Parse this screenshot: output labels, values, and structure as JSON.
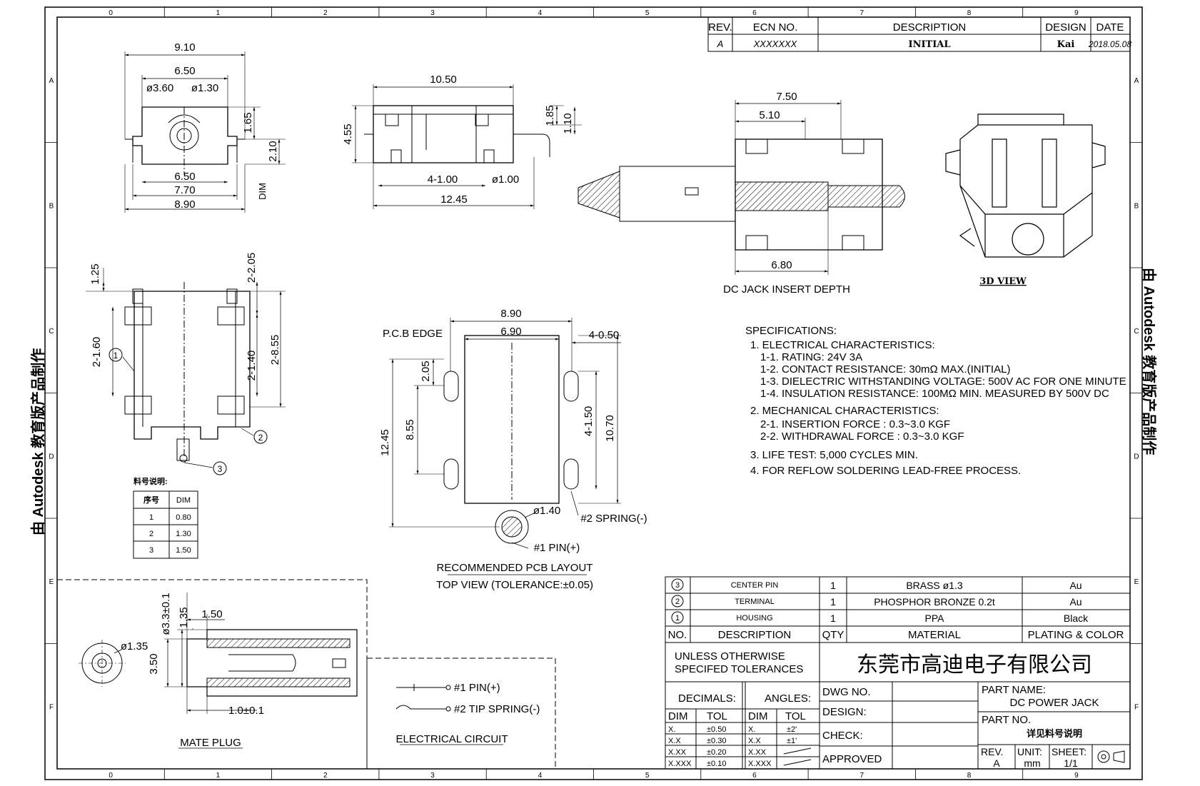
{
  "border": {
    "cols": [
      "0",
      "1",
      "2",
      "3",
      "4",
      "5",
      "6",
      "7",
      "8",
      "9"
    ],
    "rows": [
      "A",
      "B",
      "C",
      "D",
      "E",
      "F"
    ],
    "watermark": "由 Autodesk 教育版产品制作"
  },
  "revision": {
    "headers": {
      "rev": "REV.",
      "ecn": "ECN NO.",
      "desc": "DESCRIPTION",
      "design": "DESIGN",
      "date": "DATE"
    },
    "row": {
      "rev": "A",
      "ecn": "XXXXXXX",
      "desc": "INITIAL",
      "design": "Kai",
      "date": "2018.05.08"
    }
  },
  "front_view": {
    "dims": {
      "w910": "9.10",
      "w650t": "6.50",
      "d360": "ø3.60",
      "d130": "ø1.30",
      "w650b": "6.50",
      "w770": "7.70",
      "w890": "8.90",
      "h165": "1.65",
      "h210": "2.10",
      "dim": "DIM"
    }
  },
  "side_view": {
    "dims": {
      "w1050": "10.50",
      "h455": "4.55",
      "h185": "1.85",
      "h110": "1.10",
      "n4x100": "4-1.00",
      "d100": "ø1.00",
      "w1245": "12.45"
    }
  },
  "insert_view": {
    "dims": {
      "w750": "7.50",
      "w510": "5.10",
      "w680": "6.80"
    },
    "caption": "DC JACK INSERT DEPTH"
  },
  "view3d": {
    "caption": "3D VIEW"
  },
  "bottom_view": {
    "dims": {
      "h125": "1.25",
      "n2x205": "2-2.05",
      "n2x160": "2-1.60",
      "n2x140": "2-1.40",
      "n2x855": "2-8.55"
    },
    "callouts": [
      "1",
      "2",
      "3"
    ]
  },
  "pcb_layout": {
    "dims": {
      "w890": "8.90",
      "w690": "6.90",
      "n4x050": "4-0.50",
      "h205": "2.05",
      "h855": "8.55",
      "h1245": "12.45",
      "n4x150": "4-1.50",
      "h1070": "10.70",
      "d140": "ø1.40"
    },
    "edge": "P.C.B EDGE",
    "pin1": "#1 PIN(+)",
    "pin2": "#2 SPRING(-)",
    "caption1": "RECOMMENDED PCB LAYOUT",
    "caption2": "TOP VIEW (TOLERANCE:±0.05)"
  },
  "specs": [
    "SPECIFICATIONS:",
    "1. ELECTRICAL CHARACTERISTICS:",
    "1-1. RATING: 24V 3A",
    "1-2. CONTACT RESISTANCE: 30mΩ MAX.(INITIAL)",
    "1-3. DIELECTRIC WITHSTANDING VOLTAGE: 500V AC FOR ONE MINUTE",
    "1-4. INSULATION RESISTANCE: 100MΩ MIN. MEASURED BY 500V DC",
    "2. MECHANICAL CHARACTERISTICS:",
    "2-1. INSERTION FORCE : 0.3~3.0 KGF",
    "2-2. WITHDRAWAL FORCE : 0.3~3.0 KGF",
    "3. LIFE TEST: 5,000 CYCLES MIN.",
    "4. FOR REFLOW SOLDERING LEAD-FREE PROCESS."
  ],
  "dim_table": {
    "title": "料号说明:",
    "headers": [
      "序号",
      "DIM"
    ],
    "rows": [
      [
        "1",
        "0.80"
      ],
      [
        "2",
        "1.30"
      ],
      [
        "3",
        "1.50"
      ]
    ]
  },
  "mate_plug": {
    "dims": {
      "d135": "ø1.35",
      "d33": "ø3.3±0.1",
      "h135": "1.35",
      "w150": "1.50",
      "h350": "3.50",
      "w10": "1.0±0.1"
    },
    "caption": "MATE PLUG"
  },
  "circuit": {
    "pin1": "#1 PIN(+)",
    "pin2": "#2 TIP SPRING(-)",
    "caption": "ELECTRICAL CIRCUIT"
  },
  "bom": {
    "rows": [
      {
        "no": "3",
        "desc": "CENTER PIN",
        "qty": "1",
        "mat": "BRASS ø1.3",
        "plating": "Au"
      },
      {
        "no": "2",
        "desc": "TERMINAL",
        "qty": "1",
        "mat": "PHOSPHOR BRONZE 0.2t",
        "plating": "Au"
      },
      {
        "no": "1",
        "desc": "HOUSING",
        "qty": "1",
        "mat": "PPA",
        "plating": "Black"
      }
    ],
    "headers": {
      "no": "NO.",
      "desc": "DESCRIPTION",
      "qty": "QTY",
      "mat": "MATERIAL",
      "plating": "PLATING & COLOR"
    }
  },
  "titleblock": {
    "unless1": "UNLESS OTHERWISE",
    "unless2": "SPECIFED TOLERANCES",
    "company": "东莞市高迪电子有限公司",
    "decimals": "DECIMALS:",
    "angles": "ANGLES:",
    "dim": "DIM",
    "tol": "TOL",
    "dec_rows": [
      [
        "X.",
        "±0.50"
      ],
      [
        "X.X",
        "±0.30"
      ],
      [
        "X.XX",
        "±0.20"
      ],
      [
        "X.XXX",
        "±0.10"
      ]
    ],
    "ang_rows": [
      [
        "X.",
        "±2'"
      ],
      [
        "X.X",
        "±1'"
      ],
      [
        "X.XX",
        ""
      ],
      [
        "X.XXX",
        ""
      ]
    ],
    "dwg_no": "DWG NO.",
    "design": "DESIGN:",
    "check": "CHECK:",
    "approved": "APPROVED",
    "part_name_label": "PART NAME:",
    "part_name": "DC POWER JACK",
    "part_no_label": "PART NO.",
    "part_no": "详见料号说明",
    "rev_label": "REV.",
    "rev": "A",
    "unit_label": "UNIT:",
    "unit": "mm",
    "sheet_label": "SHEET:",
    "sheet": "1/1"
  }
}
